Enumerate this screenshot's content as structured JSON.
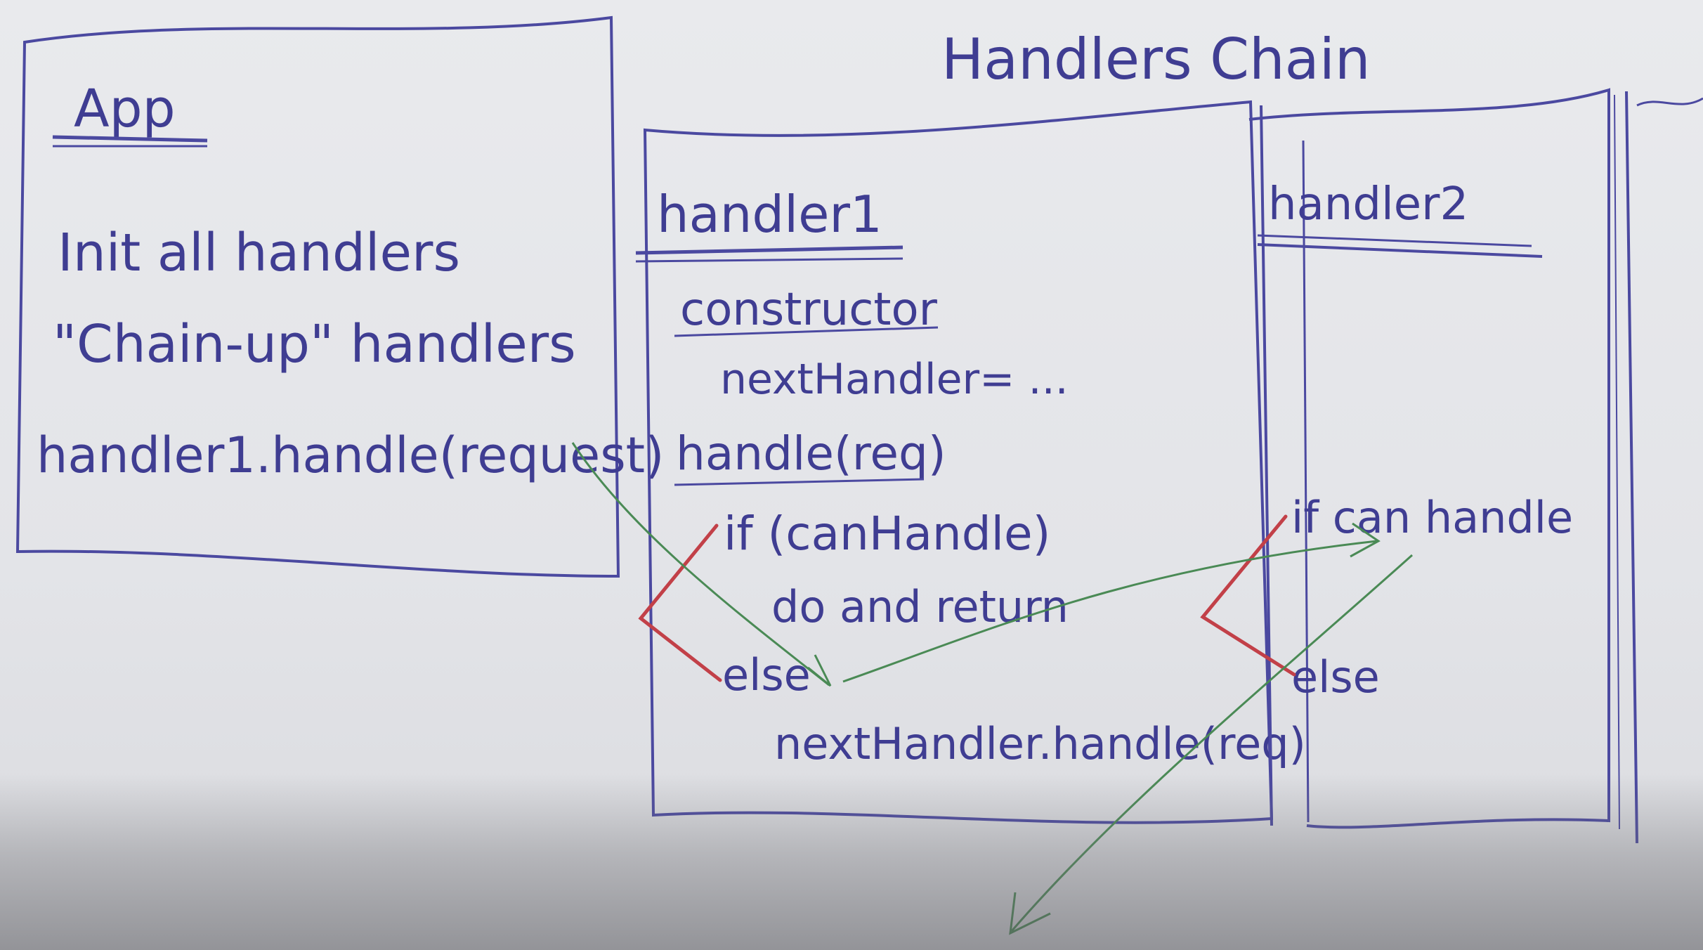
{
  "title": "Handlers Chain",
  "app": {
    "heading": "App",
    "lines": [
      "Init all handlers",
      "\"Chain-up\" handlers",
      "handler1.handle(request)"
    ]
  },
  "handler1": {
    "heading": "handler1",
    "constructor_label": "constructor",
    "constructor_body": "nextHandler= ...",
    "handle_label": "handle(req)",
    "if_line": "if (canHandle)",
    "do_line": "do and return",
    "else_line": "else",
    "next_line": "nextHandler.handle(req)"
  },
  "handler2": {
    "heading": "handler2",
    "if_line": "if can handle",
    "else_line": "else"
  },
  "colors": {
    "ink_blue": "#3f3d92",
    "ink_green": "#4a8a55",
    "ink_red": "#c24048"
  }
}
